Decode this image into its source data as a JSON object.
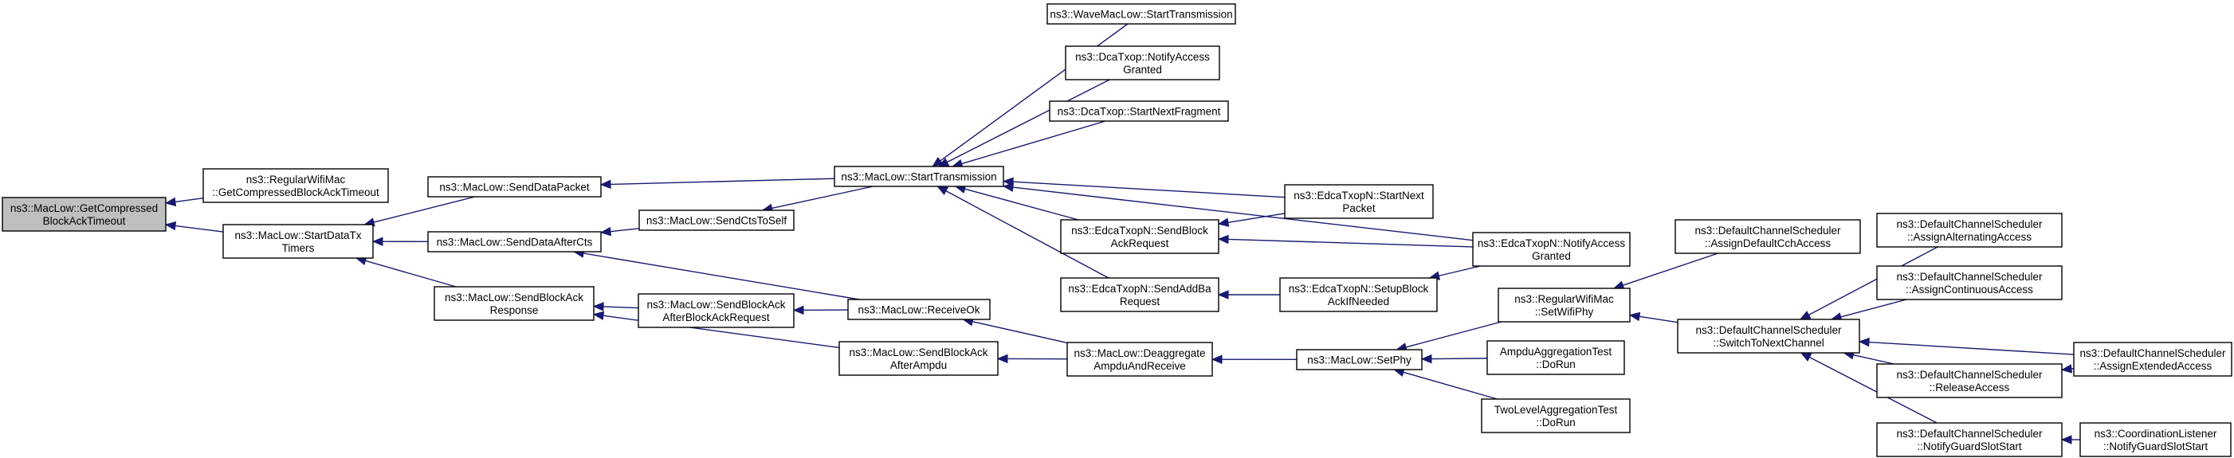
{
  "graph": {
    "colors": {
      "edge": "#191970",
      "root_fill": "#bfbfbf",
      "node_fill": "#ffffff",
      "node_stroke": "#000000"
    },
    "nodes": [
      {
        "id": "getcompressed",
        "lines": [
          "ns3::MacLow::GetCompressed",
          "BlockAckTimeout"
        ],
        "root": true
      },
      {
        "id": "regularwifimac_getcompressed",
        "lines": [
          "ns3::RegularWifiMac",
          "::GetCompressedBlockAckTimeout"
        ]
      },
      {
        "id": "startdatatxtimers",
        "lines": [
          "ns3::MacLow::StartDataTx",
          "Timers"
        ]
      },
      {
        "id": "senddatapacket",
        "lines": [
          "ns3::MacLow::SendDataPacket"
        ]
      },
      {
        "id": "senddataaftercts",
        "lines": [
          "ns3::MacLow::SendDataAfterCts"
        ]
      },
      {
        "id": "sendblockackresponse",
        "lines": [
          "ns3::MacLow::SendBlockAck",
          "Response"
        ]
      },
      {
        "id": "sendctstoself",
        "lines": [
          "ns3::MacLow::SendCtsToSelf"
        ]
      },
      {
        "id": "sendblockackafterbar",
        "lines": [
          "ns3::MacLow::SendBlockAck",
          "AfterBlockAckRequest"
        ]
      },
      {
        "id": "starttransmission",
        "lines": [
          "ns3::MacLow::StartTransmission"
        ]
      },
      {
        "id": "receiveok",
        "lines": [
          "ns3::MacLow::ReceiveOk"
        ]
      },
      {
        "id": "sendblockackafterampdu",
        "lines": [
          "ns3::MacLow::SendBlockAck",
          "AfterAmpdu"
        ]
      },
      {
        "id": "wavemaclow_start",
        "lines": [
          "ns3::WaveMacLow::StartTransmission"
        ]
      },
      {
        "id": "dcatxop_notifyaccess",
        "lines": [
          "ns3::DcaTxop::NotifyAccess",
          "Granted"
        ]
      },
      {
        "id": "dcatxop_startnextfragment",
        "lines": [
          "ns3::DcaTxop::StartNextFragment"
        ]
      },
      {
        "id": "edca_sendblockackrequest",
        "lines": [
          "ns3::EdcaTxopN::SendBlock",
          "AckRequest"
        ]
      },
      {
        "id": "edca_sendaddba",
        "lines": [
          "ns3::EdcaTxopN::SendAddBa",
          "Request"
        ]
      },
      {
        "id": "deaggregate",
        "lines": [
          "ns3::MacLow::Deaggregate",
          "AmpduAndReceive"
        ]
      },
      {
        "id": "edca_startnextpacket",
        "lines": [
          "ns3::EdcaTxopN::StartNext",
          "Packet"
        ]
      },
      {
        "id": "edca_setupblockack",
        "lines": [
          "ns3::EdcaTxopN::SetupBlock",
          "AckIfNeeded"
        ]
      },
      {
        "id": "setphy",
        "lines": [
          "ns3::MacLow::SetPhy"
        ]
      },
      {
        "id": "edca_notifyaccess",
        "lines": [
          "ns3::EdcaTxopN::NotifyAccess",
          "Granted"
        ]
      },
      {
        "id": "regularwifimac_setwifiphy",
        "lines": [
          "ns3::RegularWifiMac",
          "::SetWifiPhy"
        ]
      },
      {
        "id": "ampdutest_dorun",
        "lines": [
          "AmpduAggregationTest",
          "::DoRun"
        ]
      },
      {
        "id": "twoleveltest_dorun",
        "lines": [
          "TwoLevelAggregationTest",
          "::DoRun"
        ]
      },
      {
        "id": "dcs_assigndefaultcch",
        "lines": [
          "ns3::DefaultChannelScheduler",
          "::AssignDefaultCchAccess"
        ]
      },
      {
        "id": "dcs_switchtonext",
        "lines": [
          "ns3::DefaultChannelScheduler",
          "::SwitchToNextChannel"
        ]
      },
      {
        "id": "dcs_assignalternating",
        "lines": [
          "ns3::DefaultChannelScheduler",
          "::AssignAlternatingAccess"
        ]
      },
      {
        "id": "dcs_assigncontinuous",
        "lines": [
          "ns3::DefaultChannelScheduler",
          "::AssignContinuousAccess"
        ]
      },
      {
        "id": "dcs_releaseaccess",
        "lines": [
          "ns3::DefaultChannelScheduler",
          "::ReleaseAccess"
        ]
      },
      {
        "id": "dcs_notifyguard",
        "lines": [
          "ns3::DefaultChannelScheduler",
          "::NotifyGuardSlotStart"
        ]
      },
      {
        "id": "dcs_assignextended",
        "lines": [
          "ns3::DefaultChannelScheduler",
          "::AssignExtendedAccess"
        ]
      },
      {
        "id": "coordlistener_notifyguard",
        "lines": [
          "ns3::CoordinationListener",
          "::NotifyGuardSlotStart"
        ]
      }
    ],
    "edges": [
      {
        "from": "regularwifimac_getcompressed",
        "to": "getcompressed"
      },
      {
        "from": "startdatatxtimers",
        "to": "getcompressed"
      },
      {
        "from": "senddatapacket",
        "to": "startdatatxtimers"
      },
      {
        "from": "senddataaftercts",
        "to": "startdatatxtimers"
      },
      {
        "from": "sendblockackresponse",
        "to": "startdatatxtimers"
      },
      {
        "from": "starttransmission",
        "to": "senddatapacket"
      },
      {
        "from": "sendctstoself",
        "to": "senddataaftercts"
      },
      {
        "from": "receiveok",
        "to": "senddataaftercts"
      },
      {
        "from": "starttransmission",
        "to": "sendctstoself"
      },
      {
        "from": "sendblockackafterbar",
        "to": "sendblockackresponse"
      },
      {
        "from": "sendblockackafterampdu",
        "to": "sendblockackresponse"
      },
      {
        "from": "receiveok",
        "to": "sendblockackafterbar"
      },
      {
        "from": "deaggregate",
        "to": "receiveok"
      },
      {
        "from": "deaggregate",
        "to": "sendblockackafterampdu"
      },
      {
        "from": "wavemaclow_start",
        "to": "starttransmission"
      },
      {
        "from": "dcatxop_notifyaccess",
        "to": "starttransmission"
      },
      {
        "from": "dcatxop_startnextfragment",
        "to": "starttransmission"
      },
      {
        "from": "edca_sendblockackrequest",
        "to": "starttransmission"
      },
      {
        "from": "edca_sendaddba",
        "to": "starttransmission"
      },
      {
        "from": "edca_startnextpacket",
        "to": "starttransmission"
      },
      {
        "from": "edca_notifyaccess",
        "to": "starttransmission"
      },
      {
        "from": "edca_startnextpacket",
        "to": "edca_sendblockackrequest"
      },
      {
        "from": "edca_notifyaccess",
        "to": "edca_sendblockackrequest"
      },
      {
        "from": "edca_setupblockack",
        "to": "edca_sendaddba"
      },
      {
        "from": "edca_notifyaccess",
        "to": "edca_setupblockack"
      },
      {
        "from": "setphy",
        "to": "deaggregate"
      },
      {
        "from": "regularwifimac_setwifiphy",
        "to": "setphy"
      },
      {
        "from": "ampdutest_dorun",
        "to": "setphy"
      },
      {
        "from": "twoleveltest_dorun",
        "to": "setphy"
      },
      {
        "from": "dcs_assigndefaultcch",
        "to": "regularwifimac_setwifiphy"
      },
      {
        "from": "dcs_switchtonext",
        "to": "regularwifimac_setwifiphy"
      },
      {
        "from": "dcs_assignalternating",
        "to": "dcs_switchtonext"
      },
      {
        "from": "dcs_assigncontinuous",
        "to": "dcs_switchtonext"
      },
      {
        "from": "dcs_releaseaccess",
        "to": "dcs_switchtonext"
      },
      {
        "from": "dcs_notifyguard",
        "to": "dcs_switchtonext"
      },
      {
        "from": "dcs_assignextended",
        "to": "dcs_switchtonext"
      },
      {
        "from": "dcs_assignextended",
        "to": "dcs_releaseaccess"
      },
      {
        "from": "coordlistener_notifyguard",
        "to": "dcs_notifyguard"
      }
    ]
  }
}
